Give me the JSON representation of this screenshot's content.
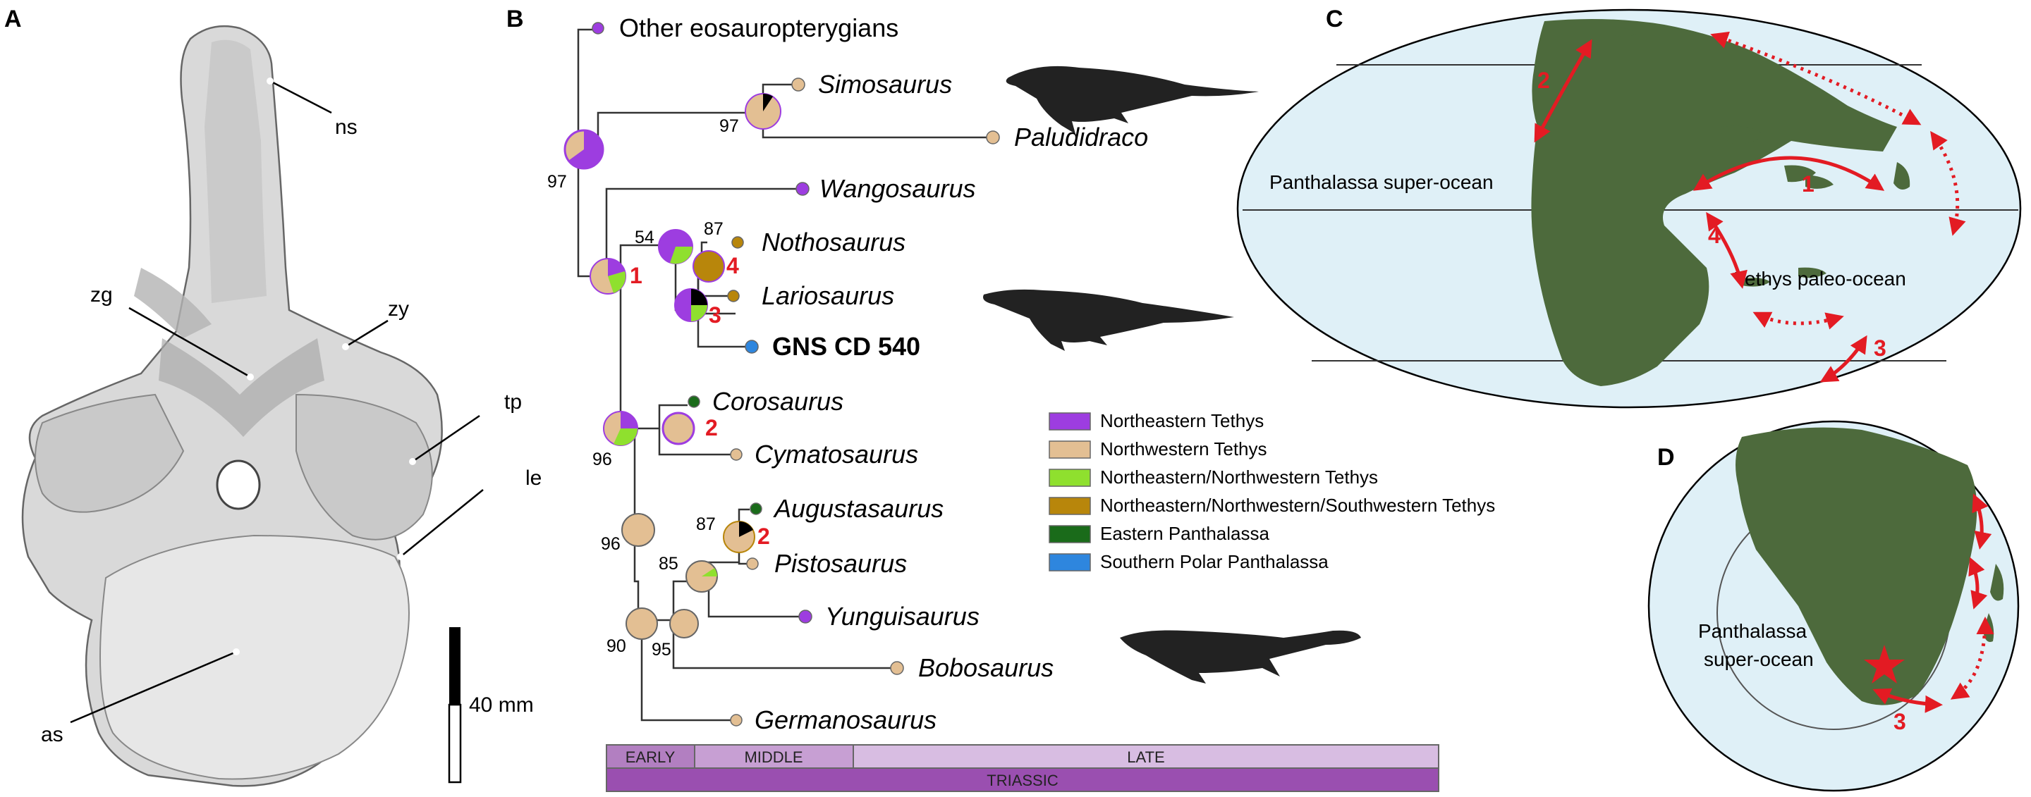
{
  "panels": {
    "a": "A",
    "b": "B",
    "c": "C",
    "d": "D"
  },
  "panel_a": {
    "labels": {
      "ns": "ns",
      "zg": "zg",
      "zy": "zy",
      "tp": "tp",
      "le": "le",
      "as": "as"
    },
    "scale_bar": "40 mm"
  },
  "panel_b": {
    "taxa": {
      "other": "Other eosauropterygians",
      "simosaurus": "Simosaurus",
      "paludidraco": "Paludidraco",
      "wangosaurus": "Wangosaurus",
      "nothosaurus": "Nothosaurus",
      "lariosaurus": "Lariosaurus",
      "gns": "GNS CD 540",
      "corosaurus": "Corosaurus",
      "cymatosaurus": "Cymatosaurus",
      "augustasaurus": "Augustasaurus",
      "pistosaurus": "Pistosaurus",
      "yunguisaurus": "Yunguisaurus",
      "bobosaurus": "Bobosaurus",
      "germanosaurus": "Germanosaurus"
    },
    "support": {
      "root": "97",
      "simo": "97",
      "notho_a": "54",
      "notho_b": "87",
      "coro": "96",
      "aug_a": "96",
      "aug_b": "87",
      "pisto": "85",
      "base_a": "90",
      "base_b": "95"
    },
    "events": {
      "e1": "1",
      "e2a": "2",
      "e2b": "2",
      "e3": "3",
      "e4": "4"
    },
    "legend": [
      {
        "label": "Northeastern Tethys",
        "color": "#9d3de0"
      },
      {
        "label": "Northwestern Tethys",
        "color": "#e3bf93"
      },
      {
        "label": "Northeastern/Northwestern Tethys",
        "color": "#8fe02e"
      },
      {
        "label": "Northeastern/Northwestern/Southwestern Tethys",
        "color": "#b8860b"
      },
      {
        "label": "Eastern Panthalassa",
        "color": "#1a6b1a"
      },
      {
        "label": "Southern Polar Panthalassa",
        "color": "#2e86de"
      }
    ],
    "timescale": {
      "early": "EARLY",
      "middle": "MIDDLE",
      "late": "LATE",
      "period": "TRIASSIC"
    }
  },
  "panel_c": {
    "ocean_label": "Panthalassa super-ocean",
    "tethys_label": "Tethys paleo-ocean",
    "routes": {
      "r1": "1",
      "r2": "2",
      "r3": "3",
      "r4": "4"
    }
  },
  "panel_d": {
    "ocean_label_1": "Panthalassa",
    "ocean_label_2": "super-ocean",
    "route": "3"
  }
}
